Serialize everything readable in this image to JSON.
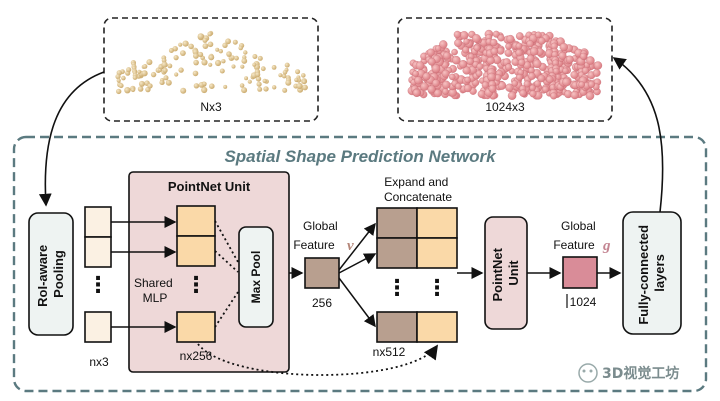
{
  "top": {
    "input_points_label": "Nx3",
    "output_points_label": "1024x3"
  },
  "network": {
    "title": "Spatial Shape Prediction Network"
  },
  "blocks": {
    "roi_pooling": "RoI-aware Pooling",
    "pointnet_unit_1": "PointNet Unit",
    "shared_mlp": "Shared MLP",
    "max_pool": "Max Pool",
    "global_feature_v": "Global Feature",
    "global_feature_v_symbol": "v",
    "expand_concat": "Expand and Concatenate",
    "pointnet_unit_2": "PointNet Unit",
    "global_feature_g": "Global Feature",
    "global_feature_g_symbol": "g",
    "fc_layers": "Fully-connected layers"
  },
  "dims": {
    "nx3": "nx3",
    "nx256": "nx256",
    "d256": "256",
    "nx512": "nx512",
    "d1024": "1024"
  },
  "watermark": "3D视觉工坊",
  "colors": {
    "panel_border": "#5b7a80",
    "title": "#5b7a80",
    "pointnet_fill": "#eed8d8",
    "input_cell": "#fbf1e3",
    "feature_cell": "#fad9a8",
    "feature_v": "#b89f8f",
    "feature_g": "#d98c98",
    "box_fill": "#eef3f2",
    "points_input": "#d9c08f",
    "points_output": "#e8959a"
  }
}
